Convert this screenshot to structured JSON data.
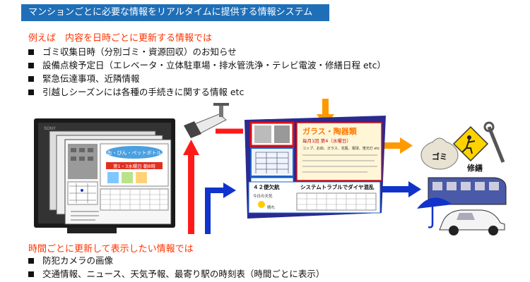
{
  "banner": {
    "title": "マンションごとに必要な情報をリアルタイムに提供する情報システム"
  },
  "top_section": {
    "heading": "例えば　内容を日時ごとに更新する情報では",
    "items": [
      "ゴミ収集日時（分別ゴミ・資源回収）のお知らせ",
      "設備点検予定日（エレベータ・立体駐車場・排水管洗浄・テレビ電波・修繕日程 etc）",
      "緊急伝達事項、近隣情報",
      "引越しシーズンには各種の手続きに関する情報 etc"
    ]
  },
  "bottom_section": {
    "heading": "時間ごとに更新して表示したい情報では",
    "items": [
      "防犯カメラの画像",
      "交通情報、ニュース、天気予報、最寄り駅の時刻表（時間ごとに表示）"
    ]
  },
  "monitor": {
    "brand": "SONY",
    "poster_title": "「缶・びん・ペットボトル」",
    "poster_banner": "第1・3水曜日 朝8時"
  },
  "display": {
    "glass_title": "ガラス・陶器類",
    "glass_schedule": "毎月1回 第4（水曜日）",
    "glass_note": "コップ、お皿、ガラス、花瓶、電球、蛍光灯 etc",
    "news_headline": "４２便欠航",
    "train_headline": "システムトラブルでダイヤ混乱",
    "weather_label": "今日の天気",
    "weather_text": "晴れ"
  },
  "icons": {
    "garbage_label": "ゴミ",
    "repair_label": "修繕"
  },
  "colors": {
    "banner": "#1f6fb8",
    "heading": "#ff3300",
    "arrow_red": "#ff1a1a",
    "arrow_blue": "#1133cc",
    "arrow_orange": "#ff9900",
    "frame": "#2a2a90"
  }
}
